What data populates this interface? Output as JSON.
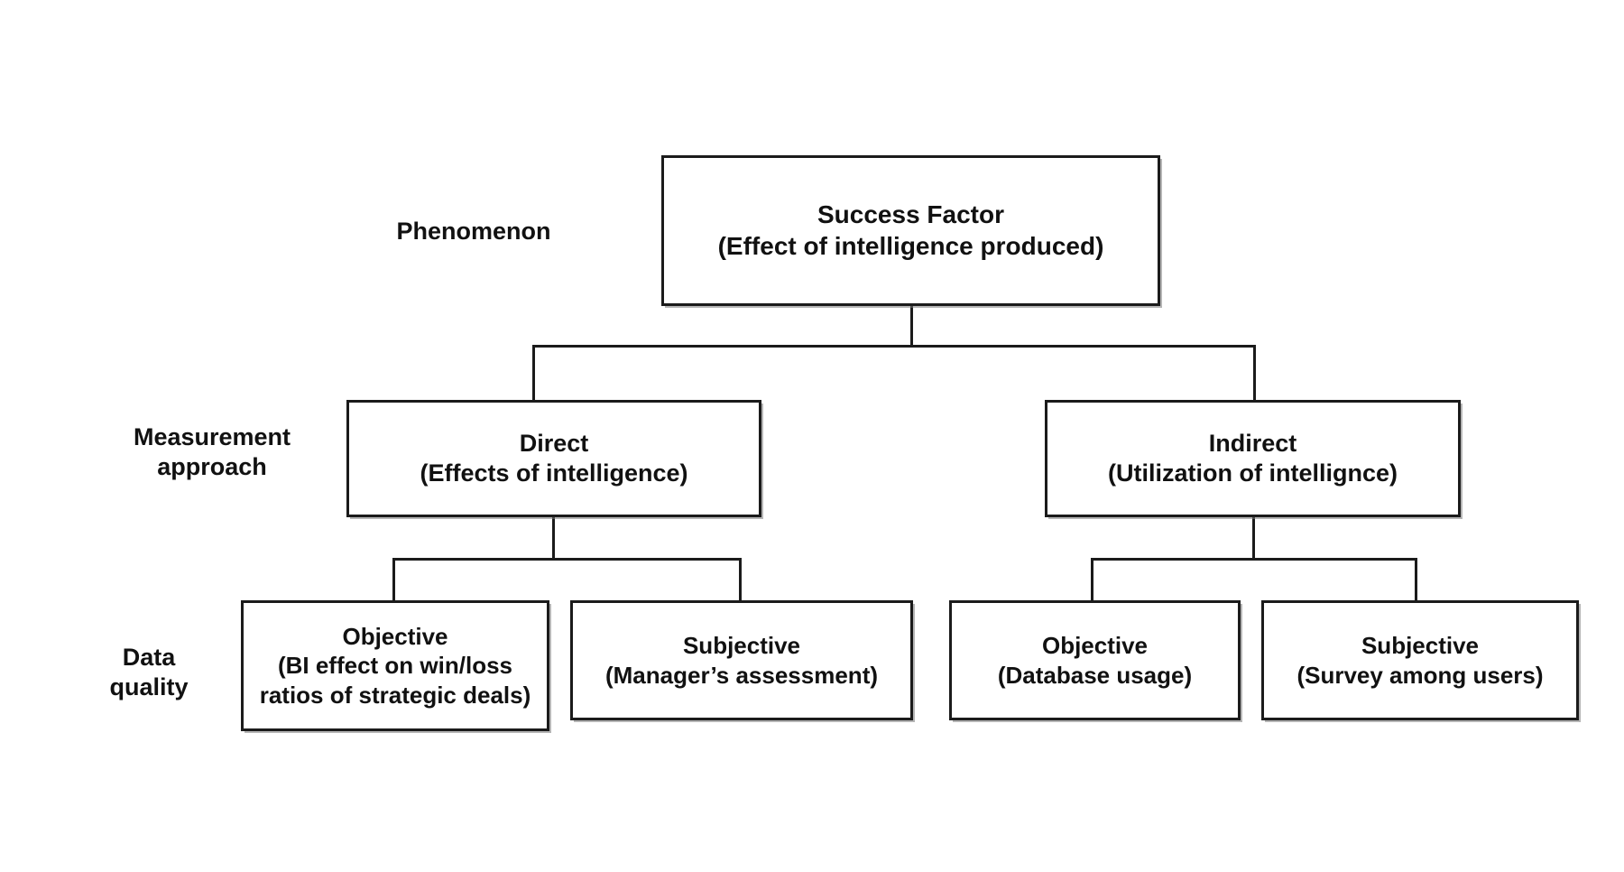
{
  "diagram": {
    "title": "Success Factor measurement hierarchy",
    "background_color": "#ffffff",
    "line_color": "#1b1b1b",
    "text_color": "#111111"
  },
  "row_labels": [
    {
      "id": "phenomenon",
      "text": "Phenomenon"
    },
    {
      "id": "measurement-approach",
      "text": "Measurement\napproach"
    },
    {
      "id": "data-quality",
      "text": "Data\nquality"
    }
  ],
  "nodes": {
    "root": {
      "title": "Success Factor",
      "sub": "(Effect of intelligence produced)"
    },
    "direct": {
      "title": "Direct",
      "sub": "(Effects of intelligence)"
    },
    "indirect": {
      "title": "Indirect",
      "sub": "(Utilization of intellignce)"
    },
    "direct_objective": {
      "title": "Objective",
      "sub": "(BI effect on win/loss\nratios of strategic deals)"
    },
    "direct_subjective": {
      "title": "Subjective",
      "sub": "(Manager’s assessment)"
    },
    "indirect_objective": {
      "title": "Objective",
      "sub": "(Database usage)"
    },
    "indirect_subjective": {
      "title": "Subjective",
      "sub": "(Survey among users)"
    }
  },
  "hierarchy": {
    "levels": [
      "Phenomenon",
      "Measurement approach",
      "Data quality"
    ],
    "edges": [
      {
        "from": "root",
        "to": "direct"
      },
      {
        "from": "root",
        "to": "indirect"
      },
      {
        "from": "direct",
        "to": "direct_objective"
      },
      {
        "from": "direct",
        "to": "direct_subjective"
      },
      {
        "from": "indirect",
        "to": "indirect_objective"
      },
      {
        "from": "indirect",
        "to": "indirect_subjective"
      }
    ]
  }
}
